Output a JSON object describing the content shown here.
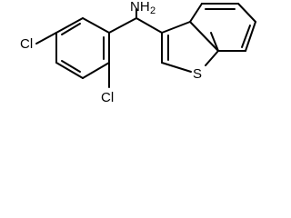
{
  "molecule": {
    "atoms": {
      "amine": "NH",
      "amine_subscript": "2",
      "chlorine_left": "Cl",
      "chlorine_bottom": "Cl",
      "sulfur": "S"
    },
    "colors": {
      "bond": "#000000",
      "label": "#000000",
      "background": "#ffffff"
    }
  }
}
